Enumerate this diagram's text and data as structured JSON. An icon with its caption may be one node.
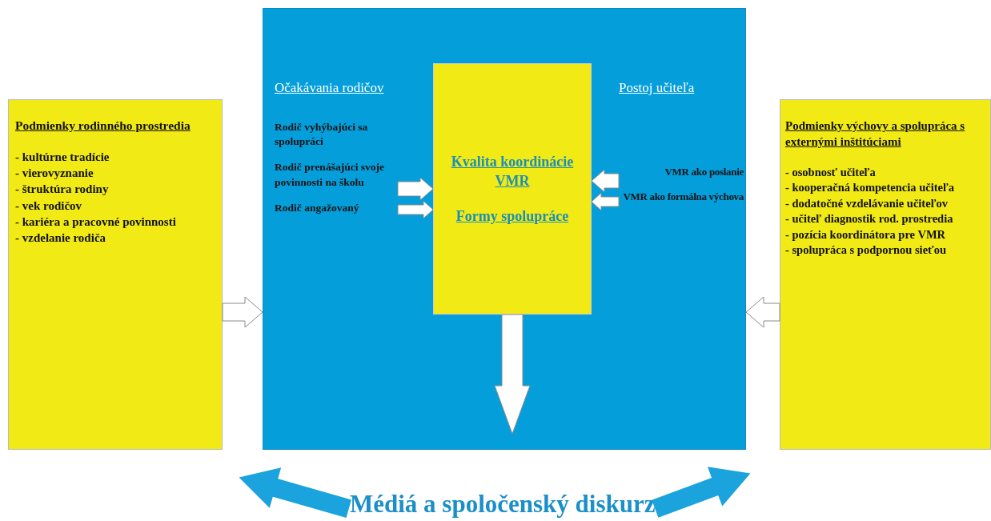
{
  "diagram": {
    "nodes": [
      {
        "text": [
          "Podmienky rodinného prostredia",
          "- kultúrne tradície",
          "- vierovyznanie",
          "- štruktúra rodiny",
          "- vek rodičov",
          "- kariéra a pracovné povinnosti",
          "- vzdelanie rodiča"
        ]
      },
      {
        "text": [],
        "shape": "box"
      },
      {
        "text": [
          "Očakávania rodičov",
          "Rodič vyhýbajúci sa spolupráci",
          "Rodič prenášajúci svoje povinnosti na školu",
          "Rodič angažovaný"
        ],
        "in": 1
      },
      {
        "text": [
          "Kvalita koordinácie VMR",
          "Formy spolupráce"
        ],
        "in": 1
      },
      {
        "text": [
          "Postoj učiteľa",
          "VMR ako poslanie",
          "VMR ako formálna výchova"
        ],
        "in": 1
      },
      {
        "text": [
          "Podmienky výchovy a spolupráca s externými inštitúciami",
          "- osobnosť učiteľa",
          "- kooperačná kompetencia učiteľa",
          "- dodatočné vzdelávanie učiteľov",
          "- učiteľ diagnostik rod. prostredia",
          "- pozícia koordinátora pre VMR",
          "- spolupráca s podpornou sieťou"
        ]
      },
      {
        "text": [
          "Médiá a spoločenský diskurz"
        ]
      }
    ],
    "edges": [
      {
        "from": 0,
        "to": 1,
        "arrow": "to"
      },
      {
        "from": 2,
        "to": 3,
        "arrow": "to"
      },
      {
        "from": 2,
        "to": 3,
        "arrow": "to"
      },
      {
        "from": 4,
        "to": 3,
        "arrow": "to"
      },
      {
        "from": 4,
        "to": 3,
        "arrow": "to"
      },
      {
        "from": 5,
        "to": 1,
        "arrow": "to"
      },
      {
        "from": 3,
        "to": null,
        "arrow": "to"
      },
      {
        "from": 6,
        "to": null,
        "arrow": "to",
        "style": "thick",
        "color": "#1aa3dc"
      },
      {
        "from": 6,
        "to": null,
        "arrow": "to",
        "style": "thick",
        "color": "#1aa3dc"
      }
    ]
  }
}
